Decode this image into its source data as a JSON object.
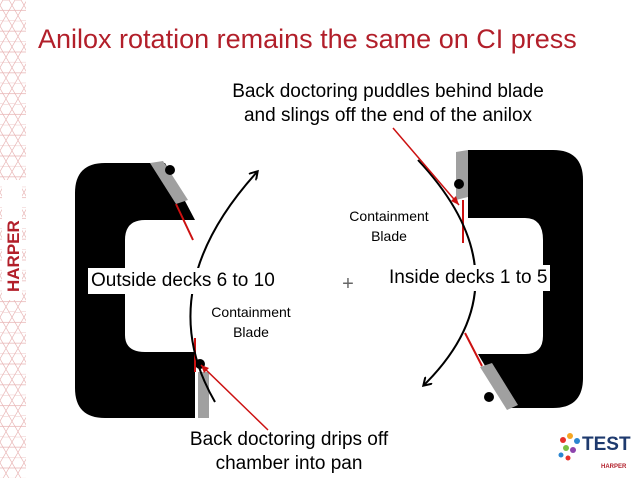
{
  "title": "Anilox rotation remains the same on CI press",
  "top_annotation": {
    "line1": "Back doctoring puddles behind blade",
    "line2": "and slings off the end of the anilox"
  },
  "bottom_annotation": {
    "line1": "Back doctoring drips off",
    "line2": "chamber into pan"
  },
  "left_deck_label": "Outside decks 6 to 10",
  "right_deck_label": "Inside decks 1 to 5",
  "containment_blade_right": {
    "line1": "Containment",
    "line2": "Blade"
  },
  "containment_blade_left": {
    "line1": "Containment",
    "line2": "Blade"
  },
  "center_mark": "+",
  "sidebar_brand": "HARPER",
  "logo": {
    "word": "TEST",
    "brand": "HARPER"
  },
  "colors": {
    "title": "#b21f2a",
    "blade_line": "#cc1111",
    "chamber": "#000000",
    "blade": "#a0a0a0"
  }
}
